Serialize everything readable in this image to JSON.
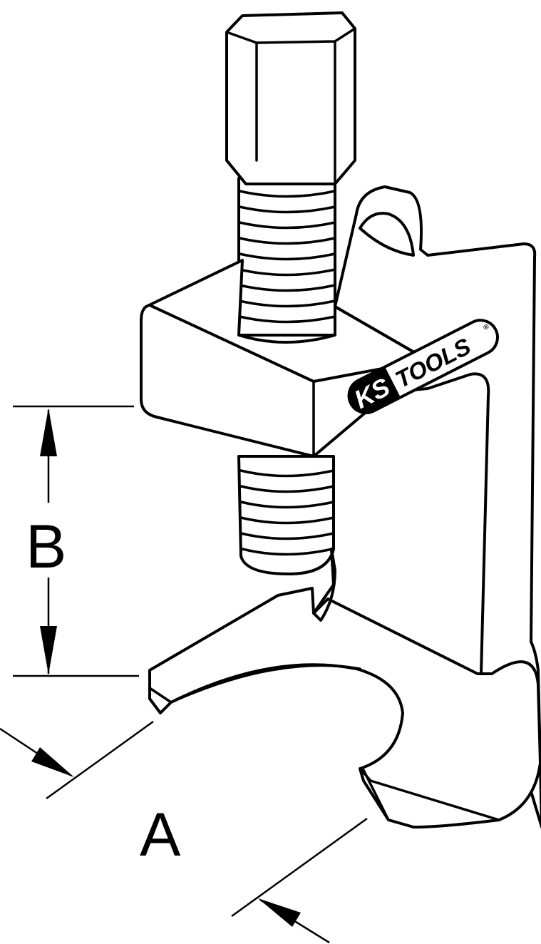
{
  "drawing": {
    "brand_logo": {
      "part1": "KS",
      "part2": "TOOLS",
      "mark": "®"
    },
    "dimension_labels": {
      "a": "A",
      "b": "B"
    },
    "line_color": "#000000",
    "background": "#ffffff"
  }
}
